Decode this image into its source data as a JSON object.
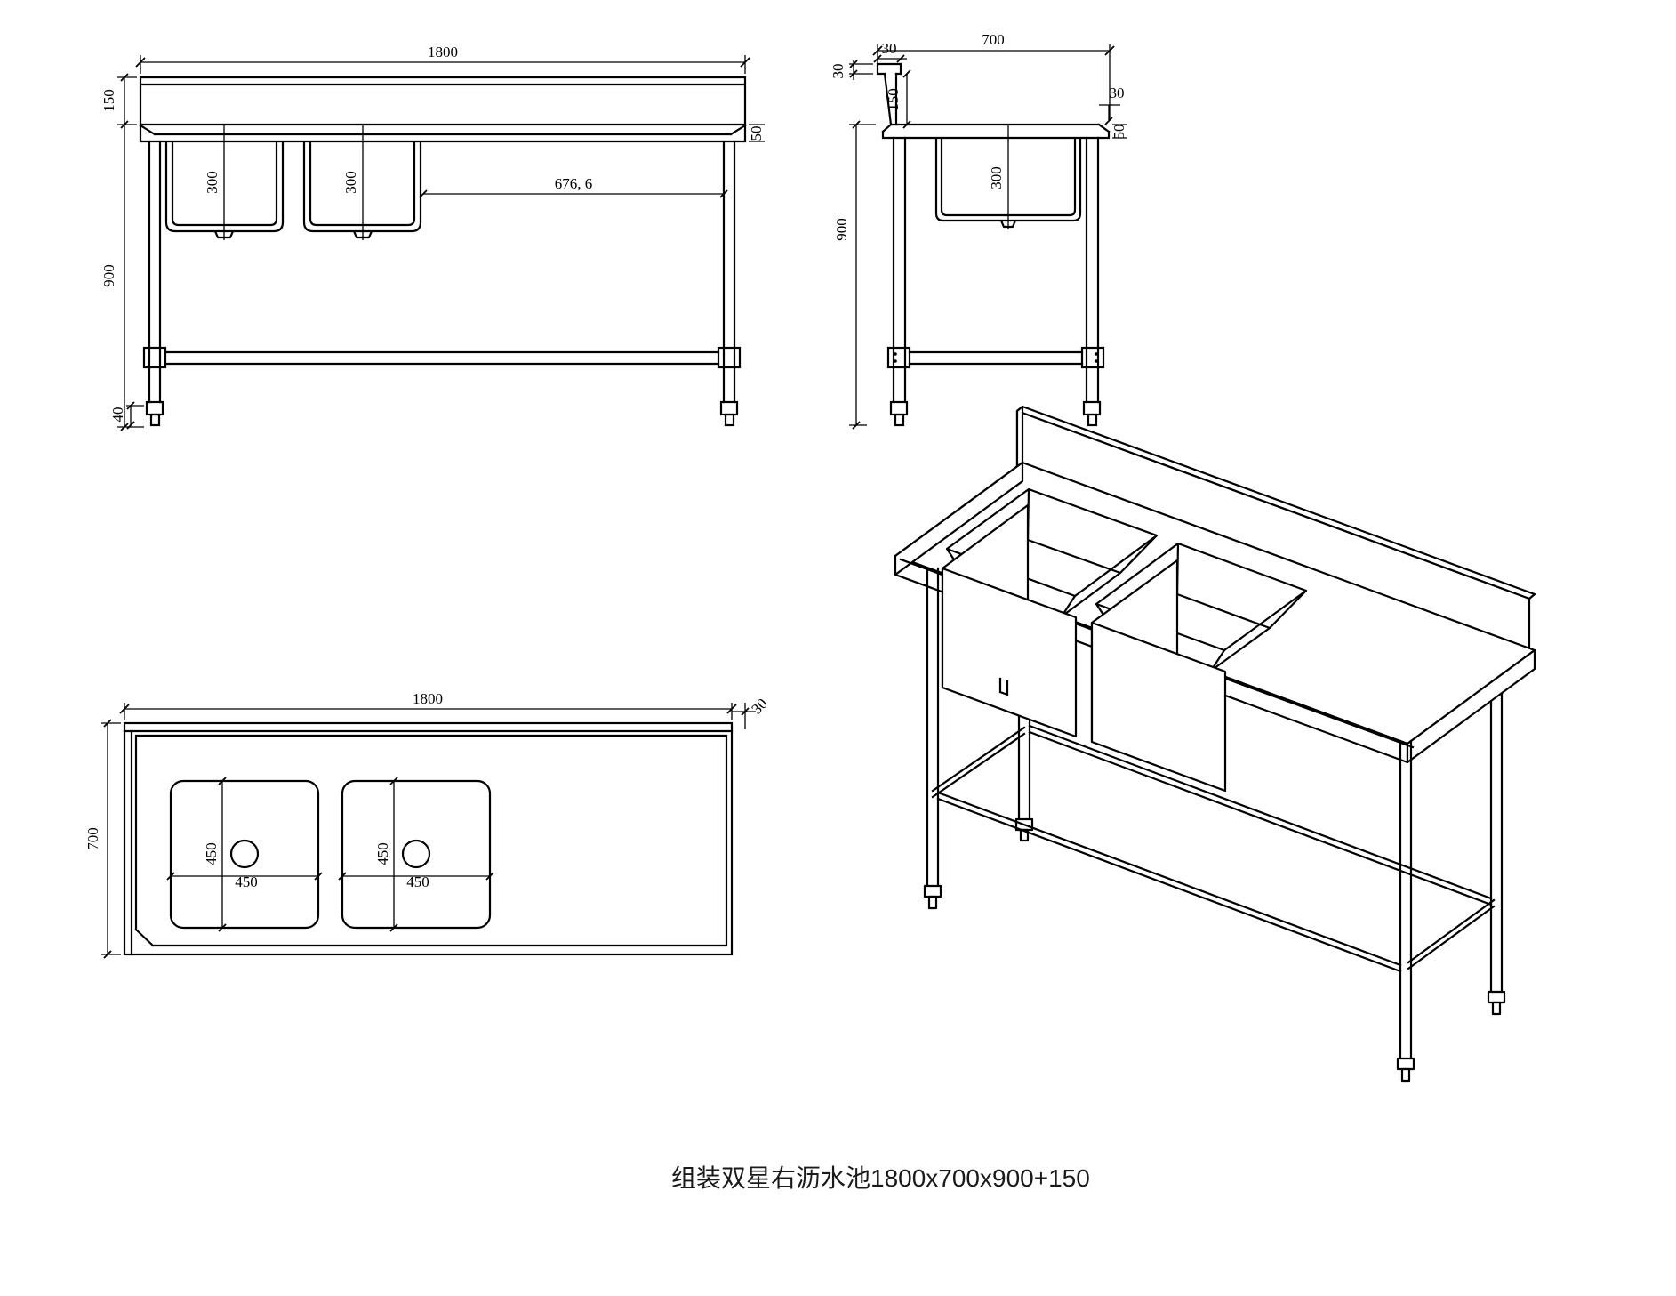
{
  "page": {
    "background": "#ffffff",
    "line_color": "#000000"
  },
  "caption": "组装双星右沥水池1800x700x900+150",
  "front_view": {
    "dim_width": "1800",
    "dim_splash_height": "150",
    "dim_total_height": "900",
    "dim_bowl1_depth": "300",
    "dim_bowl2_depth": "300",
    "dim_drainboard": "676, 6",
    "dim_counter_edge": "50",
    "dim_foot_height": "40"
  },
  "side_view": {
    "dim_depth": "700",
    "dim_cap_width": "30",
    "dim_cap_height": "30",
    "dim_splash_height": "150",
    "dim_front_edge": "30",
    "dim_counter_edge": "50",
    "dim_bowl_depth": "300",
    "dim_total_height": "900"
  },
  "plan_view": {
    "dim_width": "1800",
    "dim_edge_fold": "30",
    "dim_depth": "700",
    "bowl1": {
      "dim_w": "450",
      "dim_h": "450"
    },
    "bowl2": {
      "dim_w": "450",
      "dim_h": "450"
    }
  }
}
